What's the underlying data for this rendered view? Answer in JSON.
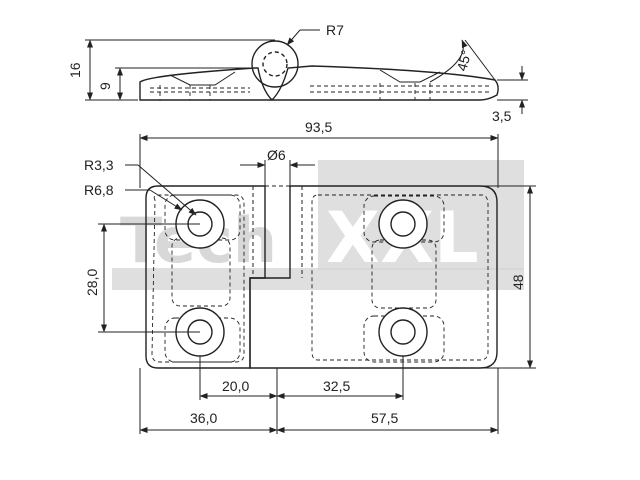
{
  "watermark": {
    "left": "Tech",
    "right": "XXL"
  },
  "side_view": {
    "r_label": "R7",
    "angle_label": "45°",
    "height_total": "16",
    "height_body": "9",
    "thickness": "3,5"
  },
  "top_view": {
    "overall_width": "93,5",
    "pin_diameter": "Ø6",
    "hole_radius": "R3,3",
    "counterbore_radius": "R6,8",
    "hole_spacing_vertical": "28,0",
    "overall_height": "48",
    "hole_to_center_left": "20,0",
    "hole_to_center_right": "32,5",
    "left_leaf_width": "36,0",
    "right_leaf_width": "57,5"
  }
}
